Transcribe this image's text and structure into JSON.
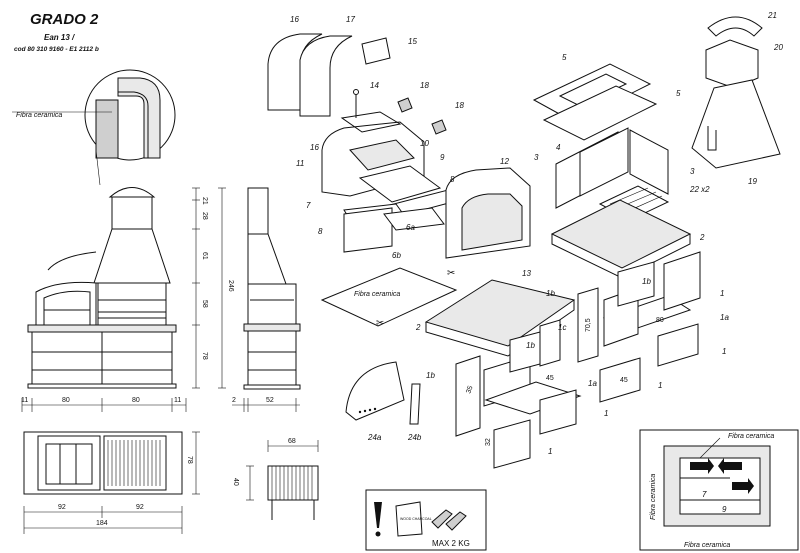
{
  "title": {
    "model": "GRADO 2",
    "ean": "Ean 13  /",
    "code": "cod  80  310  9160   -  E1 2112 b"
  },
  "labels": {
    "fibra_detail": "Fibra ceramica",
    "fibra_sheet": "Fibra ceramica",
    "fibra_inset_top": "Fibra ceramica",
    "fibra_inset_left": "Fibra ceramica",
    "fibra_inset_bottom": "Fibra ceramica",
    "max_weight": "MAX 2 KG",
    "wood_box": "WOOD CHARCOAL"
  },
  "front_dims": {
    "heights": [
      "21",
      "28",
      "61",
      "58",
      "78"
    ],
    "total_height": "246",
    "widths": [
      "11",
      "80",
      "80",
      "11"
    ]
  },
  "side_dims": {
    "depth_a": "2",
    "depth_b": "52"
  },
  "plan_dims": {
    "w_left": "92",
    "w_right": "92",
    "total": "184",
    "depth": "78"
  },
  "grill_dims": {
    "width": "68",
    "depth": "40"
  },
  "part_numbers": {
    "p16a": "16",
    "p17": "17",
    "p15": "15",
    "p14": "14",
    "p18a": "18",
    "p18b": "18",
    "p16b": "16",
    "p11": "11",
    "p10": "10",
    "p9": "9",
    "p8a": "8",
    "p7": "7",
    "p8b": "8",
    "p6a": "6a",
    "p6b": "6b",
    "p12": "12",
    "p13": "13",
    "p5a": "5",
    "p5b": "5",
    "p4": "4",
    "p3a": "3",
    "p3b": "3",
    "p22": "22 x2",
    "p2a": "2",
    "p21": "21",
    "p20": "20",
    "p19": "19",
    "p1b_a": "1b",
    "p1b_b": "1b",
    "p1b_c": "1b",
    "p1b_d": "1b",
    "p1c": "1c",
    "p1a_a": "1a",
    "p1a_b": "1a",
    "p2b": "2",
    "p1_a": "1",
    "p1_b": "1",
    "p1_c": "1",
    "p1_d": "1",
    "p1_e": "1",
    "p24a": "24a",
    "p24b": "24b",
    "inset7": "7",
    "inset9": "9"
  },
  "part_dims": {
    "d70_5": "70,5",
    "d80": "80",
    "d45a": "45",
    "d45b": "45",
    "d35": "35",
    "d32": "32"
  }
}
